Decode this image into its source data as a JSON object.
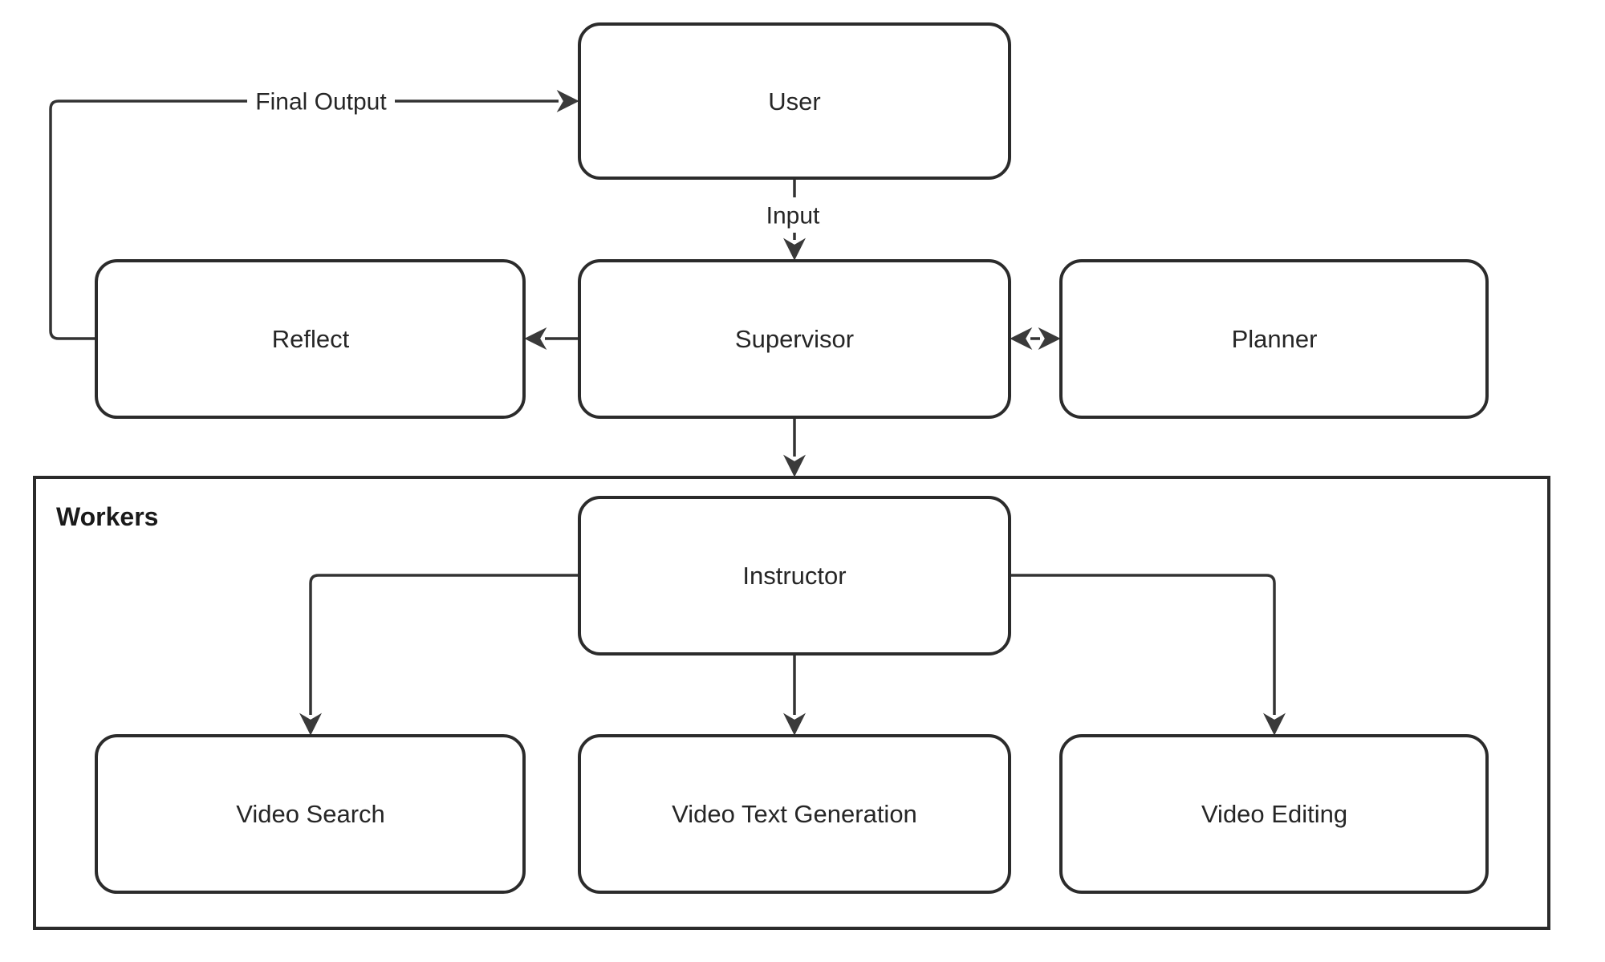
{
  "diagram_type": "flowchart",
  "colors": {
    "background": "#ffffff",
    "line": "#333333",
    "node_border": "#2b2b2b",
    "node_fill": "#ffffff",
    "arrow_fill": "#3a3a3a",
    "text": "#262626"
  },
  "nodes": [
    {
      "id": "user",
      "label": "User"
    },
    {
      "id": "reflect",
      "label": "Reflect"
    },
    {
      "id": "supervisor",
      "label": "Supervisor"
    },
    {
      "id": "planner",
      "label": "Planner"
    },
    {
      "id": "instructor",
      "label": "Instructor"
    },
    {
      "id": "video-search",
      "label": "Video Search"
    },
    {
      "id": "video-text-generation",
      "label": "Video Text Generation"
    },
    {
      "id": "video-editing",
      "label": "Video Editing"
    }
  ],
  "group": {
    "id": "workers",
    "label": "Workers"
  },
  "edges": [
    {
      "from": "reflect",
      "to": "user",
      "label": "Final Output",
      "arrow": "end"
    },
    {
      "from": "user",
      "to": "supervisor",
      "label": "Input",
      "arrow": "end"
    },
    {
      "from": "supervisor",
      "to": "reflect",
      "label": "",
      "arrow": "end"
    },
    {
      "from": "supervisor",
      "to": "planner",
      "label": "",
      "arrow": "both"
    },
    {
      "from": "supervisor",
      "to": "workers",
      "label": "",
      "arrow": "end"
    },
    {
      "from": "instructor",
      "to": "video-search",
      "label": "",
      "arrow": "end"
    },
    {
      "from": "instructor",
      "to": "video-text-generation",
      "label": "",
      "arrow": "end"
    },
    {
      "from": "instructor",
      "to": "video-editing",
      "label": "",
      "arrow": "end"
    }
  ]
}
